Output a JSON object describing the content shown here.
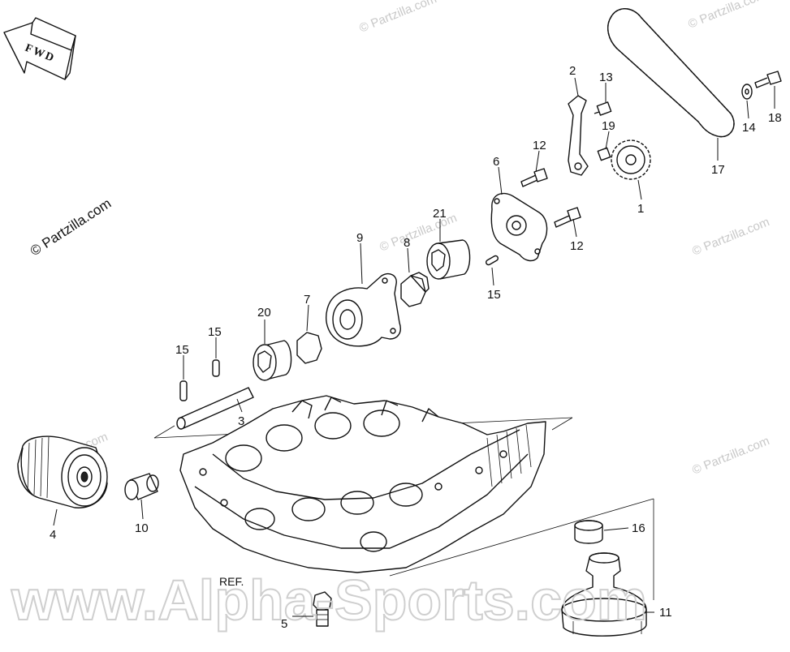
{
  "fwd_label": "FWD",
  "ref_label": "REF.",
  "watermarks": {
    "partzilla": "© Partzilla.com",
    "site": "www.Alpha-Sports.com"
  },
  "callouts": {
    "c1": "1",
    "c2": "2",
    "c3": "3",
    "c4": "4",
    "c5": "5",
    "c6": "6",
    "c7": "7",
    "c8": "8",
    "c9": "9",
    "c10": "10",
    "c11": "11",
    "c12a": "12",
    "c12b": "12",
    "c13": "13",
    "c14": "14",
    "c15a": "15",
    "c15b": "15",
    "c15c": "15",
    "c16": "16",
    "c17": "17",
    "c18": "18",
    "c19": "19",
    "c20": "20",
    "c21": "21"
  }
}
